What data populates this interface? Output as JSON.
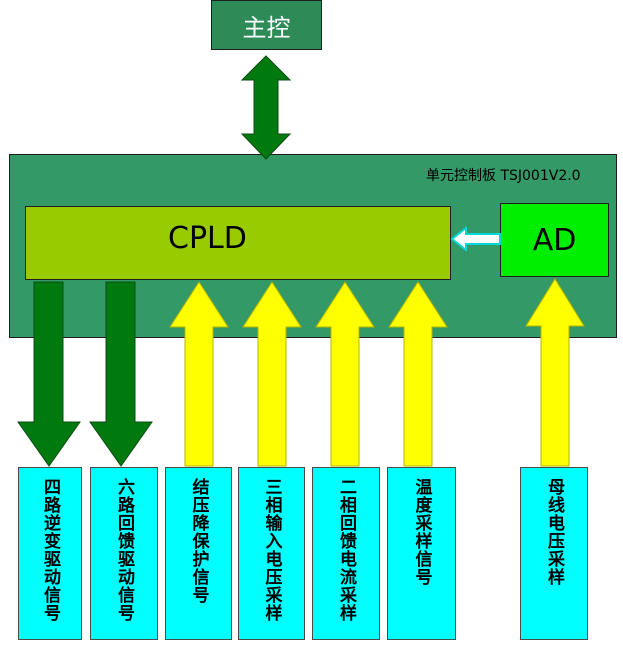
{
  "master": {
    "label": "主控"
  },
  "board": {
    "title": "单元控制板 TSJ001V2.0"
  },
  "cpld": {
    "label": "CPLD"
  },
  "ad": {
    "label": "AD"
  },
  "signals": [
    {
      "label": "四路逆变驱动信号"
    },
    {
      "label": "六路回馈驱动信号"
    },
    {
      "label": "结压降保护信号"
    },
    {
      "label": "三相输入电压采样"
    },
    {
      "label": "二相回馈电流采样"
    },
    {
      "label": "温度采样信号"
    },
    {
      "label": "母线电压采样"
    }
  ],
  "colors": {
    "master_fill": "#2e8b57",
    "board_fill": "#339966",
    "cpld_fill": "#99cc00",
    "ad_fill": "#00ee00",
    "signal_fill": "#00ffff",
    "down_arrow": "#007a0f",
    "up_arrow": "#ffff00",
    "ad_arrow": "#00ffff"
  }
}
